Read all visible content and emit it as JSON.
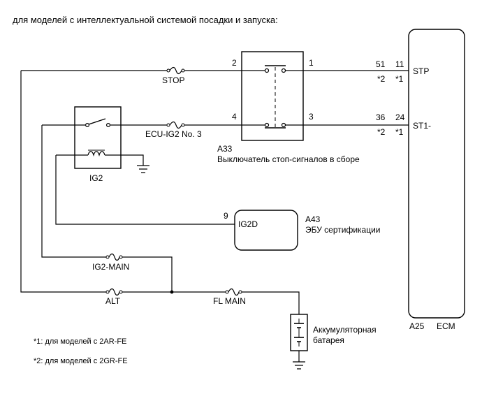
{
  "heading": "для моделей с интеллектуальной системой посадки и запуска:",
  "fuses": {
    "stop": "STOP",
    "ecu_ig2": "ECU-IG2 No. 3",
    "ig2_main": "IG2-MAIN",
    "alt": "ALT",
    "fl_main": "FL MAIN"
  },
  "stop_switch": {
    "code": "A33",
    "name": "Выключатель стоп-сигналов в сборе",
    "pin_2": "2",
    "pin_1": "1",
    "pin_4": "4",
    "pin_3": "3"
  },
  "relay": {
    "name": "IG2"
  },
  "cert_ecu": {
    "code": "A43",
    "name": "ЭБУ сертификации",
    "pin": "9",
    "terminal": "IG2D"
  },
  "ecm": {
    "code": "A25",
    "name": "ECM",
    "stp": {
      "terminal": "STP",
      "pin_a": "51",
      "pin_b": "11",
      "mark_a": "*2",
      "mark_b": "*1"
    },
    "st1": {
      "terminal": "ST1-",
      "pin_a": "36",
      "pin_b": "24",
      "mark_a": "*2",
      "mark_b": "*1"
    }
  },
  "battery": {
    "line1": "Аккумуляторная",
    "line2": "батарея"
  },
  "notes": {
    "note1": "*1: для моделей с 2AR-FE",
    "note2": "*2: для моделей с 2GR-FE"
  }
}
